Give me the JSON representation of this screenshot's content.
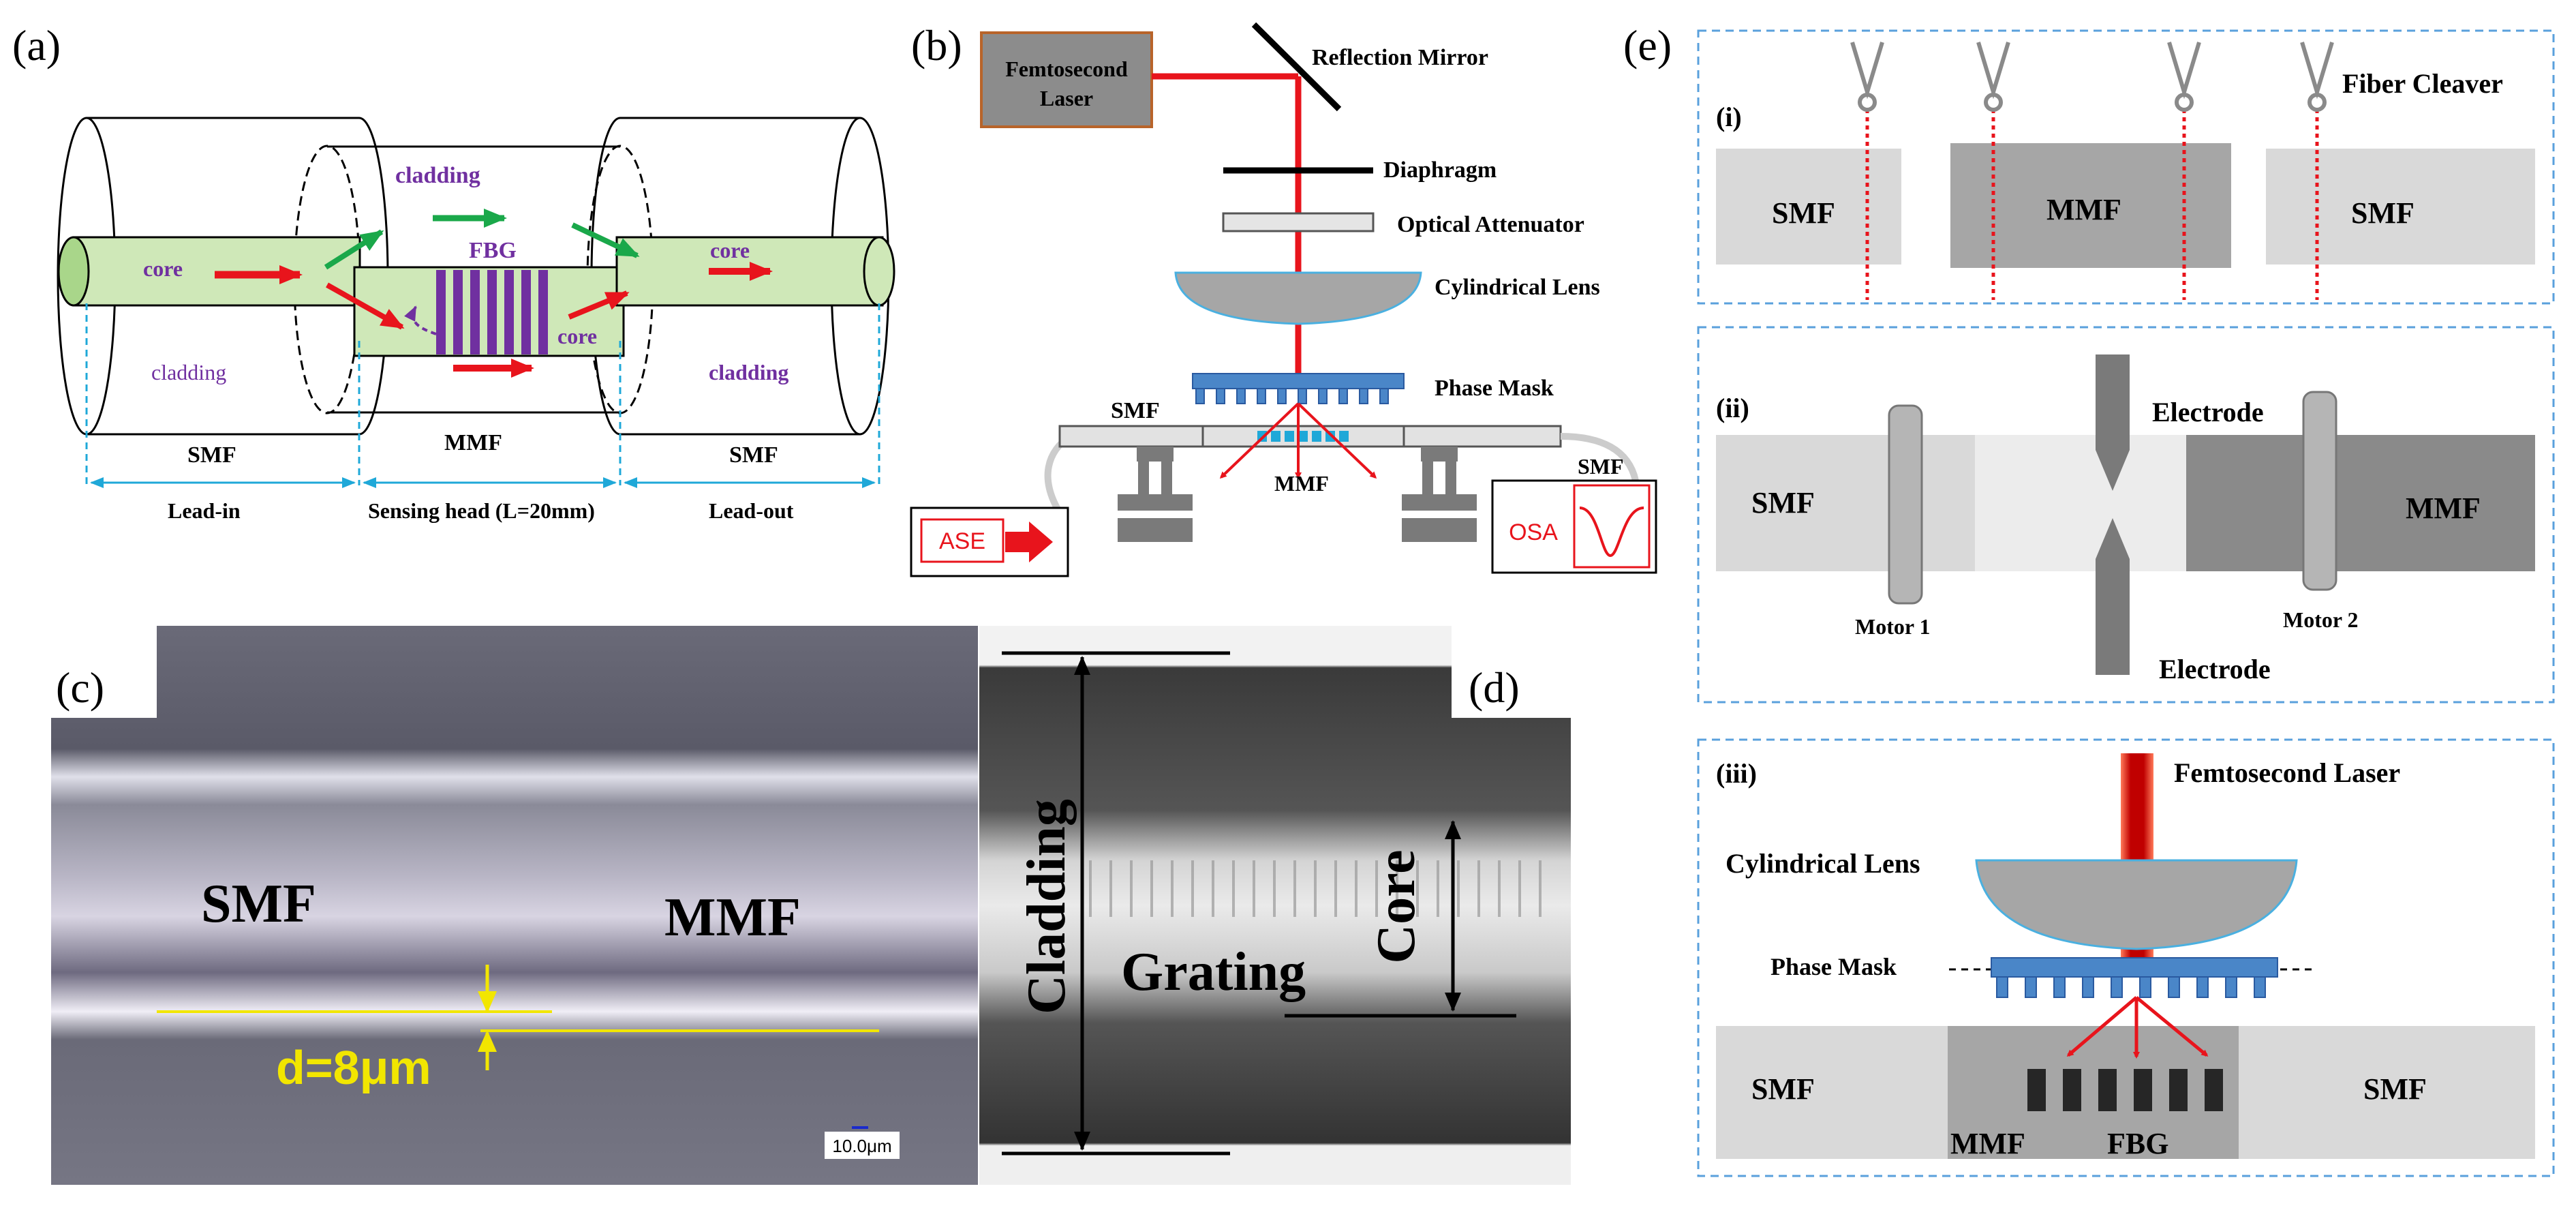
{
  "colors": {
    "laser_red": "#e8141c",
    "green_arrow": "#1aa84a",
    "purple": "#7030a0",
    "cyan_guide": "#1fa8d8",
    "core_fill": "#cfe8b8",
    "mask_blue": "#4a86c8",
    "box_laser": "#8c8c8c",
    "box_laser_border": "#b8642a",
    "yellow": "#f2e600",
    "dashed_frame": "#5aa0dc"
  },
  "panel_a": {
    "label": "(a)",
    "cladding_top": "cladding",
    "cladding_left": "cladding",
    "cladding_right": "cladding",
    "core_left": "core",
    "core_mid": "core",
    "core_right": "core",
    "fbg": "FBG",
    "smf_left": "SMF",
    "mmf": "MMF",
    "smf_right": "SMF",
    "lead_in": "Lead-in",
    "sensing_head": "Sensing head (L=20mm)",
    "lead_out": "Lead-out"
  },
  "panel_b": {
    "label": "(b)",
    "laser_line1": "Femtosecond",
    "laser_line2": "Laser",
    "mirror": "Reflection Mirror",
    "diaphragm": "Diaphragm",
    "attenuator": "Optical Attenuator",
    "lens": "Cylindrical Lens",
    "phase_mask": "Phase Mask",
    "smf_left": "SMF",
    "smf_right": "SMF",
    "mmf": "MMF",
    "ase": "ASE",
    "osa": "OSA"
  },
  "panel_c": {
    "label": "(c)",
    "smf": "SMF",
    "mmf": "MMF",
    "d_label": "d=8μm",
    "scale": "10.0μm"
  },
  "panel_d": {
    "label": "(d)",
    "cladding": "Cladding",
    "grating": "Grating",
    "core": "Core"
  },
  "panel_e": {
    "label": "(e)",
    "i": {
      "label": "(i)",
      "cleaver": "Fiber Cleaver",
      "smf_left": "SMF",
      "mmf": "MMF",
      "smf_right": "SMF"
    },
    "ii": {
      "label": "(ii)",
      "electrode_top": "Electrode",
      "electrode_bottom": "Electrode",
      "smf": "SMF",
      "mmf": "MMF",
      "motor1": "Motor 1",
      "motor2": "Motor 2"
    },
    "iii": {
      "label": "(iii)",
      "laser": "Femtosecond Laser",
      "lens": "Cylindrical Lens",
      "phase_mask": "Phase Mask",
      "smf_left": "SMF",
      "smf_right": "SMF",
      "mmf": "MMF",
      "fbg": "FBG"
    }
  }
}
